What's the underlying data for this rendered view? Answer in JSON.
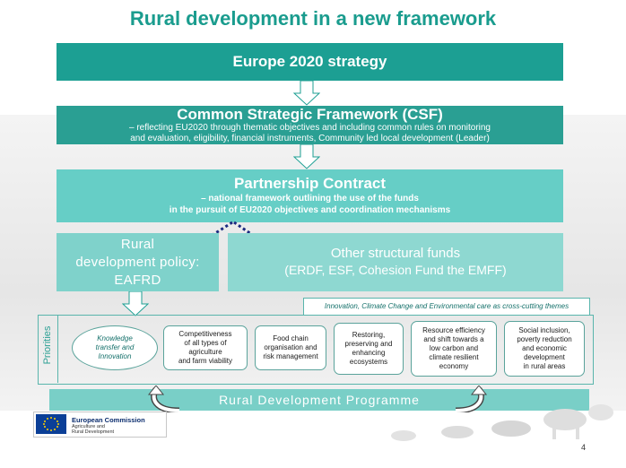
{
  "slide": {
    "title": "Rural development in a new framework",
    "page_number": "4"
  },
  "europe2020": {
    "label": "Europe 2020 strategy"
  },
  "csf": {
    "heading": "Common Strategic Framework (CSF)",
    "line1": "– reflecting EU2020 through thematic objectives and including common rules on monitoring",
    "line2": "and evaluation, eligibility, financial instruments, Community led local development (Leader)"
  },
  "partnership": {
    "heading": "Partnership Contract",
    "line1": "– national framework outlining the use of the funds",
    "line2": "in the pursuit of EU2020 objectives and coordination mechanisms"
  },
  "rural_policy": {
    "line1": "Rural",
    "line2": "development policy:",
    "line3": "EAFRD"
  },
  "other_funds": {
    "heading": "Other structural funds",
    "sub": "(ERDF, ESF, Cohesion Fund the EMFF)"
  },
  "cross_cutting": "Innovation, Climate Change and Environmental care as cross-cutting themes",
  "priorities": {
    "label": "Priorities",
    "knowledge": {
      "line1": "Knowledge",
      "line2": "transfer and",
      "line3": "Innovation"
    },
    "items": [
      {
        "l1": "Competitiveness",
        "l2": "of all types of",
        "l3": "agriculture",
        "l4": "and farm viability"
      },
      {
        "l1": "Food chain",
        "l2": "organisation and",
        "l3": "risk management",
        "l4": ""
      },
      {
        "l1": "Restoring,",
        "l2": "preserving and",
        "l3": "enhancing",
        "l4": "ecosystems"
      },
      {
        "l1": "Resource efficiency",
        "l2": "and shift towards a",
        "l3": "low carbon and",
        "l4": "climate resilient",
        "l5": "economy"
      },
      {
        "l1": "Social inclusion,",
        "l2": "poverty reduction",
        "l3": "and economic",
        "l4": "development",
        "l5": "in rural areas"
      }
    ]
  },
  "rdp": {
    "label": "Rural Development Programme"
  },
  "ec_logo": {
    "title": "European Commission",
    "line1": "Agriculture and",
    "line2": "Rural Development"
  },
  "colors": {
    "teal_dark": "#1c9f93",
    "teal_mid": "#66cec6",
    "teal_light": "#8ed8d1",
    "navy_dots": "#1b2a80",
    "eu_blue": "#0b3f97"
  }
}
